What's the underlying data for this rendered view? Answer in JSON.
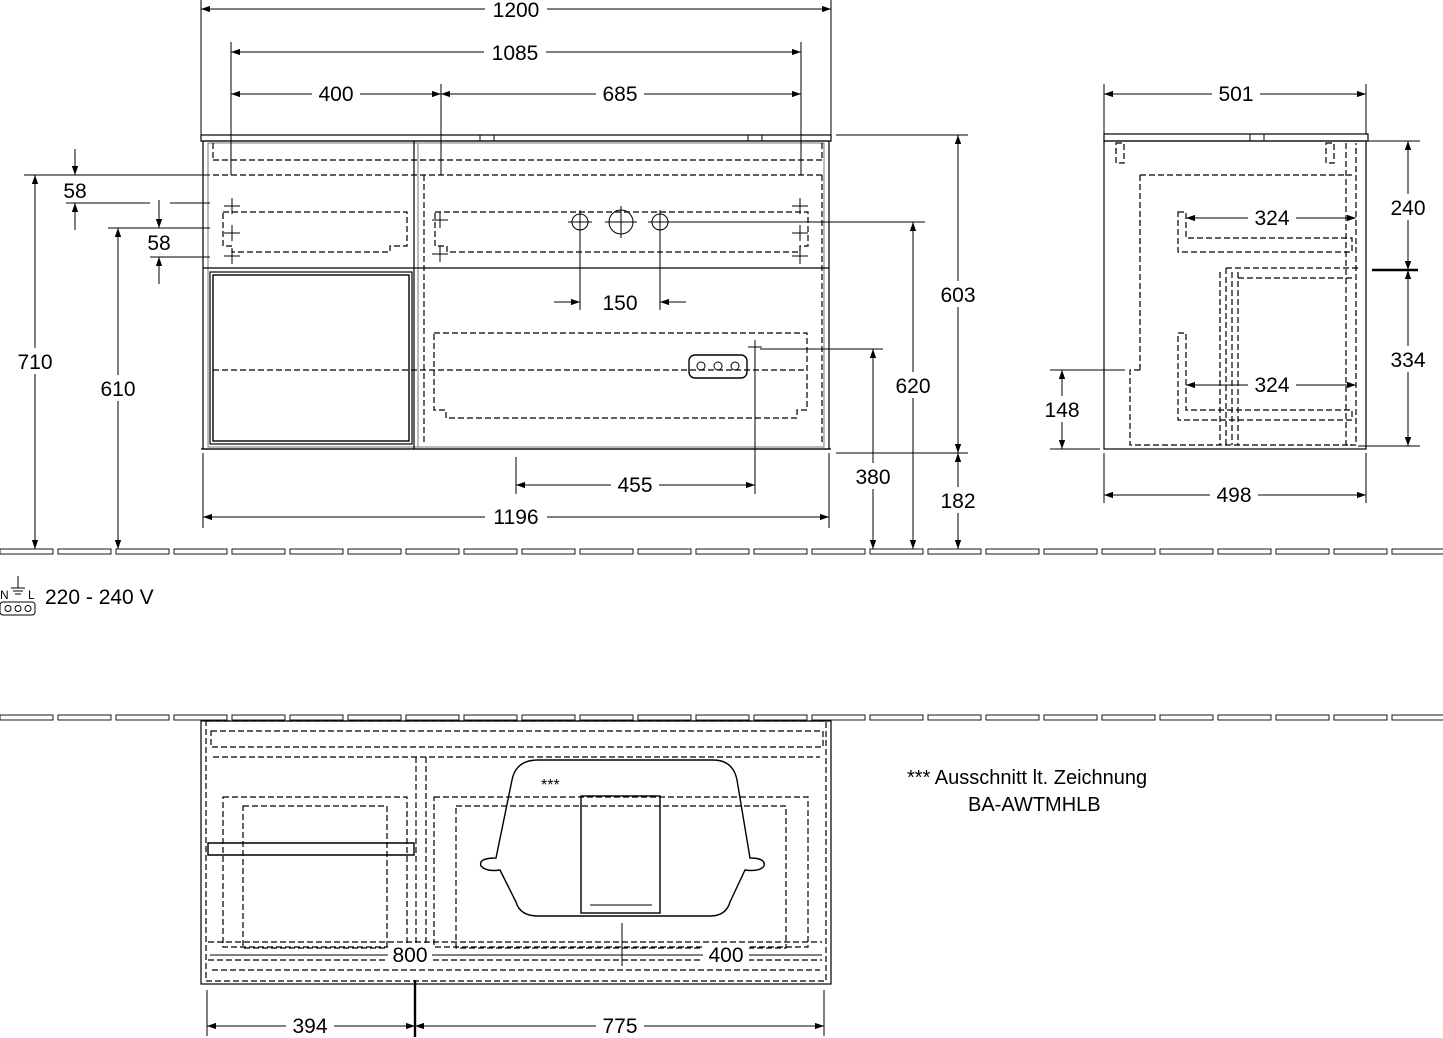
{
  "front_view": {
    "dims": {
      "overall_width": "1200",
      "inner_width": "1085",
      "left_section": "400",
      "right_section": "685",
      "top_offset_a": "58",
      "top_offset_b": "58",
      "height_total": "710",
      "height_mid": "610",
      "siphon_spacing": "150",
      "height_603": "603",
      "height_620": "620",
      "socket_offset": "455",
      "height_380": "380",
      "floor_gap": "182",
      "bottom_width": "1196"
    }
  },
  "side_view": {
    "dims": {
      "top_depth": "501",
      "upper_height": "240",
      "upper_drawer_depth": "324",
      "lower_height": "334",
      "lower_drawer_depth": "324",
      "socket_height": "148",
      "bottom_depth": "498"
    }
  },
  "power": {
    "voltage": "220 - 240 V",
    "symbol_n": "N",
    "symbol_l": "L"
  },
  "top_view": {
    "cutout_marker": "***",
    "dims": {
      "center_800": "800",
      "center_400": "400",
      "left_394": "394",
      "right_775": "775"
    }
  },
  "note": {
    "line1": "*** Ausschnitt lt. Zeichnung",
    "line2": "BA-AWTMHLB"
  }
}
